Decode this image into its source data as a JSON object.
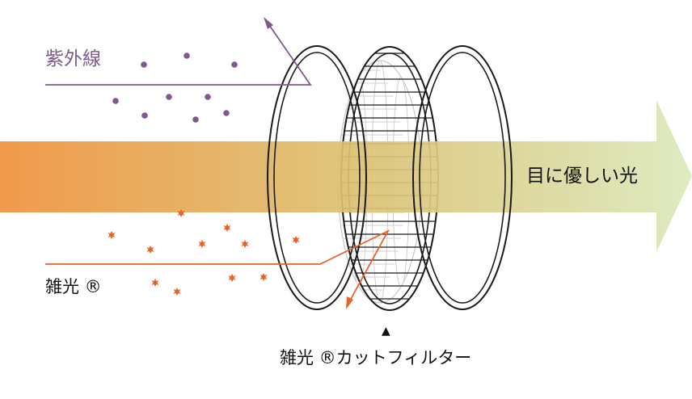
{
  "labels": {
    "uv": "紫外線",
    "noise": "雑光 ®",
    "output": "目に優しい光",
    "filter_caption": "雑光 ®カットフィルター",
    "pointer": "▲"
  },
  "colors": {
    "uv": "#7e5a8c",
    "noise": "#e8622a",
    "beam_start": "#f0913c",
    "beam_mid": "#dcc070",
    "beam_end": "#dbe9bc",
    "outline": "#1a1a1a"
  }
}
